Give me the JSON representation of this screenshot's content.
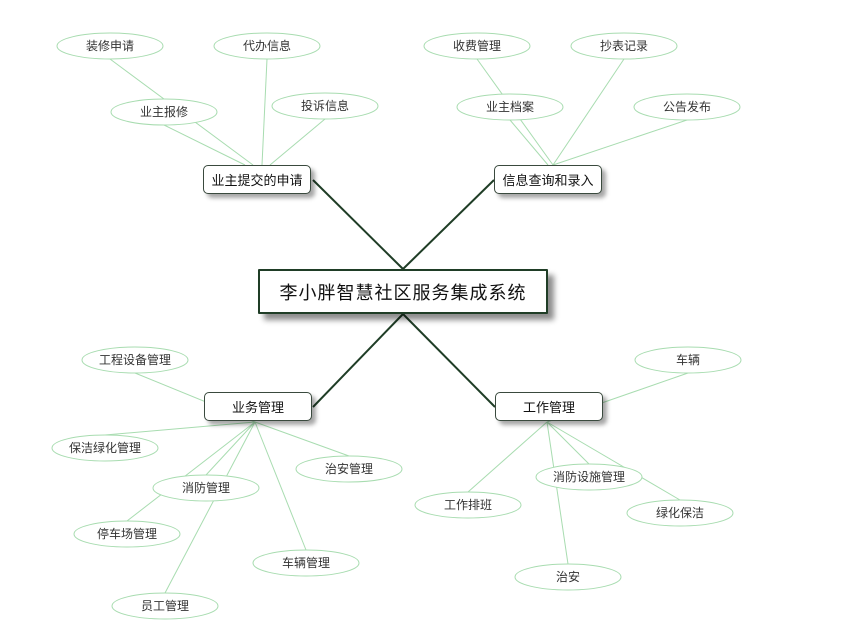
{
  "root": {
    "label": "李小胖智慧社区服务集成系统"
  },
  "branches": [
    {
      "label": "业主提交的申请",
      "leaves": [
        "装修申请",
        "代办信息",
        "业主报修",
        "投诉信息"
      ]
    },
    {
      "label": "信息查询和录入",
      "leaves": [
        "收费管理",
        "抄表记录",
        "业主档案",
        "公告发布"
      ]
    },
    {
      "label": "业务管理",
      "leaves": [
        "工程设备管理",
        "保洁绿化管理",
        "治安管理",
        "消防管理",
        "停车场管理",
        "车辆管理",
        "员工管理"
      ]
    },
    {
      "label": "工作管理",
      "leaves": [
        "车辆",
        "消防设施管理",
        "工作排班",
        "绿化保洁",
        "治安"
      ]
    }
  ]
}
